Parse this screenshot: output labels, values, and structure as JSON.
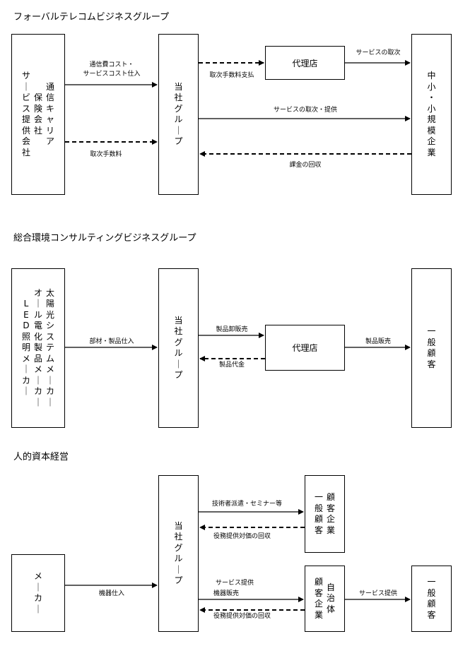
{
  "sections": [
    {
      "title": "フォーバルテレコムビジネスグループ",
      "left_box": {
        "columns": [
          "通信キャリア",
          "保険会社",
          "サービス提供会社"
        ]
      },
      "center_box": {
        "columns": [
          "当社グループ"
        ]
      },
      "agency_box": {
        "label": "代理店"
      },
      "right_box": {
        "columns": [
          "中小・小規模企業"
        ]
      },
      "labels": {
        "cost_purchase_line1": "通信費コスト・",
        "cost_purchase_line2": "サービスコスト仕入",
        "commission": "取次手数料",
        "commission_payment": "取次手数料支払",
        "service_agency": "サービスの取次",
        "service_provision": "サービスの取次・提供",
        "billing": "課金の回収"
      }
    },
    {
      "title": "総合環境コンサルティングビジネスグループ",
      "left_box": {
        "columns": [
          "太陽光システムメーカー",
          "オール電化製品メーカー",
          "LED照明メーカー"
        ]
      },
      "center_box": {
        "columns": [
          "当社グループ"
        ]
      },
      "agency_box": {
        "label": "代理店"
      },
      "right_box": {
        "columns": [
          "一般顧客"
        ]
      },
      "labels": {
        "parts_purchase": "部材・製品仕入",
        "wholesale": "製品卸販売",
        "payment": "製品代金",
        "retail": "製品販売"
      }
    },
    {
      "title": "人的資本経営",
      "maker_box": {
        "columns": [
          "メーカー"
        ]
      },
      "center_box": {
        "columns": [
          "当社グループ"
        ]
      },
      "client_box1": {
        "columns": [
          "顧客企業",
          "一般顧客"
        ]
      },
      "client_box2": {
        "columns": [
          "自治体",
          "顧客企業"
        ]
      },
      "right_box": {
        "columns": [
          "一般顧客"
        ]
      },
      "labels": {
        "dispatch": "技術者派遣・セミナー等",
        "collection1": "役務提供対価の回収",
        "service": "サービス提供",
        "equipment_sales": "機器販売",
        "collection2": "役務提供対価の回収",
        "equipment_purchase": "機器仕入",
        "service2": "サービス提供"
      }
    }
  ]
}
